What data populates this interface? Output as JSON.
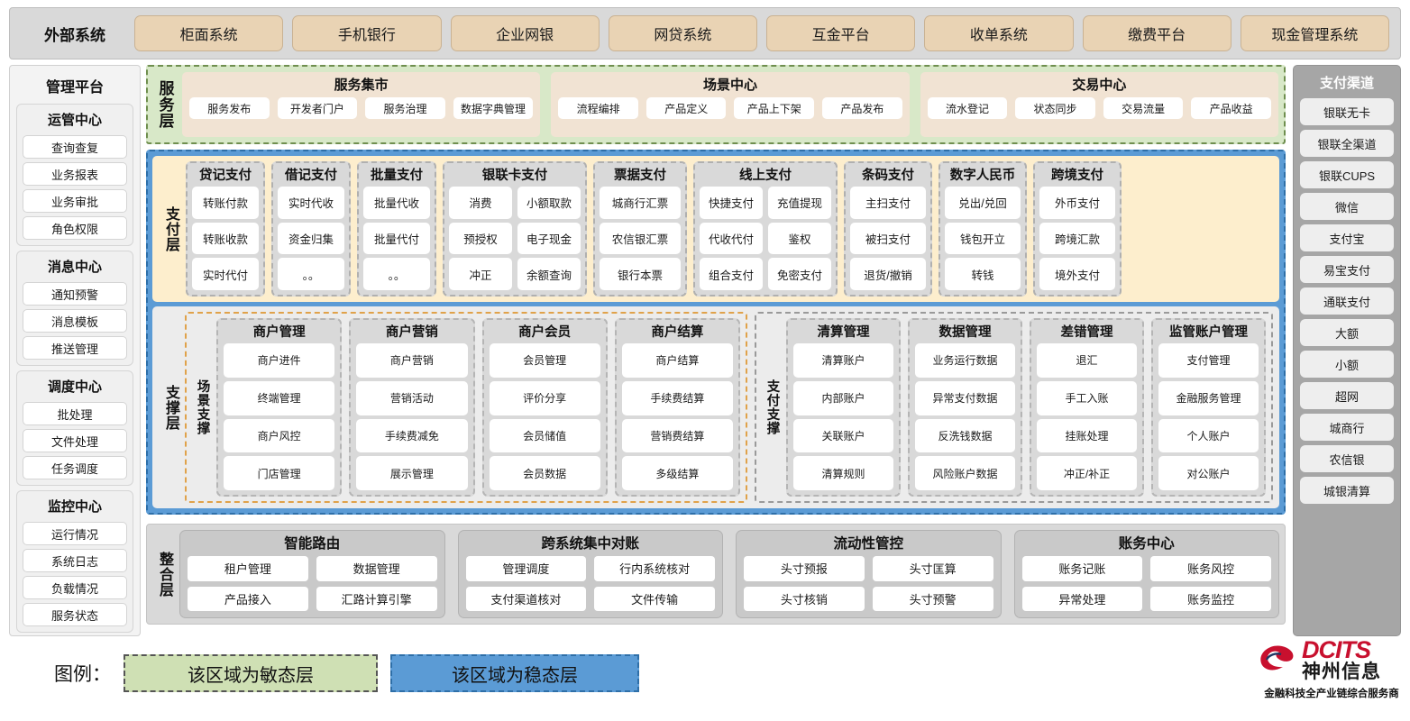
{
  "external": {
    "label": "外部系统",
    "items": [
      "柜面系统",
      "手机银行",
      "企业网银",
      "网贷系统",
      "互金平台",
      "收单系统",
      "缴费平台",
      "现金管理系统"
    ]
  },
  "admin": {
    "title": "管理平台",
    "groups": [
      {
        "title": "运管中心",
        "items": [
          "查询查复",
          "业务报表",
          "业务审批",
          "角色权限"
        ]
      },
      {
        "title": "消息中心",
        "items": [
          "通知预警",
          "消息模板",
          "推送管理"
        ]
      },
      {
        "title": "调度中心",
        "items": [
          "批处理",
          "文件处理",
          "任务调度"
        ]
      },
      {
        "title": "监控中心",
        "items": [
          "运行情况",
          "系统日志",
          "负载情况",
          "服务状态"
        ]
      }
    ]
  },
  "channels": {
    "title": "支付渠道",
    "items": [
      "银联无卡",
      "银联全渠道",
      "银联CUPS",
      "微信",
      "支付宝",
      "易宝支付",
      "通联支付",
      "大额",
      "小额",
      "超网",
      "城商行",
      "农信银",
      "城银清算"
    ]
  },
  "service_layer": {
    "label": "服务层",
    "cards": [
      {
        "title": "服务集市",
        "items": [
          "服务发布",
          "开发者门户",
          "服务治理",
          "数据字典管理"
        ]
      },
      {
        "title": "场景中心",
        "items": [
          "流程编排",
          "产品定义",
          "产品上下架",
          "产品发布"
        ]
      },
      {
        "title": "交易中心",
        "items": [
          "流水登记",
          "状态同步",
          "交易流量",
          "产品收益"
        ]
      }
    ]
  },
  "payment_layer": {
    "label": "支付层",
    "cards": [
      {
        "title": "贷记支付",
        "cols": 1,
        "width": 88,
        "items": [
          [
            "转账付款"
          ],
          [
            "转账收款"
          ],
          [
            "实时代付"
          ]
        ]
      },
      {
        "title": "借记支付",
        "cols": 1,
        "width": 88,
        "items": [
          [
            "实时代收"
          ],
          [
            "资金归集"
          ],
          [
            "。。"
          ]
        ]
      },
      {
        "title": "批量支付",
        "cols": 1,
        "width": 88,
        "items": [
          [
            "批量代收"
          ],
          [
            "批量代付"
          ],
          [
            "。。"
          ]
        ]
      },
      {
        "title": "银联卡支付",
        "cols": 2,
        "width": 160,
        "items": [
          [
            "消费",
            "小额取款"
          ],
          [
            "预授权",
            "电子现金"
          ],
          [
            "冲正",
            "余额查询"
          ]
        ]
      },
      {
        "title": "票据支付",
        "cols": 1,
        "width": 104,
        "items": [
          [
            "城商行汇票"
          ],
          [
            "农信银汇票"
          ],
          [
            "银行本票"
          ]
        ]
      },
      {
        "title": "线上支付",
        "cols": 2,
        "width": 160,
        "items": [
          [
            "快捷支付",
            "充值提现"
          ],
          [
            "代收代付",
            "鉴权"
          ],
          [
            "组合支付",
            "免密支付"
          ]
        ]
      },
      {
        "title": "条码支付",
        "cols": 1,
        "width": 98,
        "items": [
          [
            "主扫支付"
          ],
          [
            "被扫支付"
          ],
          [
            "退货/撤销"
          ]
        ]
      },
      {
        "title": "数字人民币",
        "cols": 1,
        "width": 98,
        "items": [
          [
            "兑出/兑回"
          ],
          [
            "钱包开立"
          ],
          [
            "转钱"
          ]
        ]
      },
      {
        "title": "跨境支付",
        "cols": 1,
        "width": 98,
        "items": [
          [
            "外币支付"
          ],
          [
            "跨境汇款"
          ],
          [
            "境外支付"
          ]
        ]
      }
    ]
  },
  "support_layer": {
    "label": "支撑层",
    "zones": [
      {
        "label": "场景支撑",
        "cards": [
          {
            "title": "商户管理",
            "items": [
              "商户进件",
              "终端管理",
              "商户风控",
              "门店管理"
            ]
          },
          {
            "title": "商户营销",
            "items": [
              "商户营销",
              "营销活动",
              "手续费减免",
              "展示管理"
            ]
          },
          {
            "title": "商户会员",
            "items": [
              "会员管理",
              "评价分享",
              "会员储值",
              "会员数据"
            ]
          },
          {
            "title": "商户结算",
            "items": [
              "商户结算",
              "手续费结算",
              "营销费结算",
              "多级结算"
            ]
          }
        ]
      },
      {
        "label": "支付支撑",
        "cards": [
          {
            "title": "清算管理",
            "items": [
              "清算账户",
              "内部账户",
              "关联账户",
              "清算规则"
            ]
          },
          {
            "title": "数据管理",
            "items": [
              "业务运行数据",
              "异常支付数据",
              "反洗钱数据",
              "风险账户数据"
            ]
          },
          {
            "title": "差错管理",
            "items": [
              "退汇",
              "手工入账",
              "挂账处理",
              "冲正/补正"
            ]
          },
          {
            "title": "监管账户管理",
            "items": [
              "支付管理",
              "金融服务管理",
              "个人账户",
              "对公账户"
            ]
          }
        ]
      }
    ]
  },
  "integration_layer": {
    "label": "整合层",
    "cards": [
      {
        "title": "智能路由",
        "items": [
          [
            "租户管理",
            "数据管理"
          ],
          [
            "产品接入",
            "汇路计算引擎"
          ]
        ]
      },
      {
        "title": "跨系统集中对账",
        "items": [
          [
            "管理调度",
            "行内系统核对"
          ],
          [
            "支付渠道核对",
            "文件传输"
          ]
        ]
      },
      {
        "title": "流动性管控",
        "items": [
          [
            "头寸预报",
            "头寸匡算"
          ],
          [
            "头寸核销",
            "头寸预警"
          ]
        ]
      },
      {
        "title": "账务中心",
        "items": [
          [
            "账务记账",
            "账务风控"
          ],
          [
            "异常处理",
            "账务监控"
          ]
        ]
      }
    ]
  },
  "legend": {
    "label": "图例：",
    "agile_text": "该区域为敏态层",
    "stable_text": "该区域为稳态层",
    "agile_color": "#cfe0b4",
    "stable_color": "#5b9bd5"
  },
  "logo": {
    "brand": "DCITS",
    "brand_cn": "神州信息",
    "tagline": "金融科技全产业链综合服务商",
    "brand_color": "#c8102e"
  }
}
